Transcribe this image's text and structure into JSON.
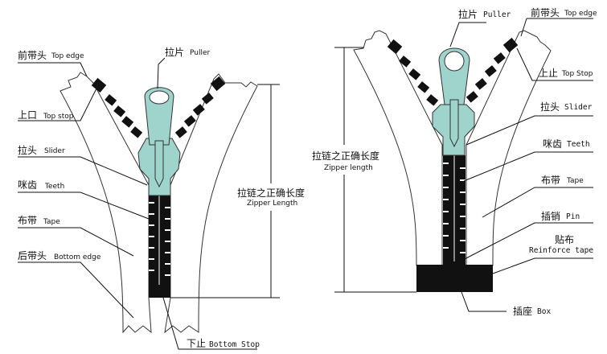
{
  "left_diagram": {
    "top_edge": {
      "zh": "前带头",
      "en": "Top edge"
    },
    "top_stop": {
      "zh": "上口",
      "en": "Top stop"
    },
    "slider": {
      "zh": "拉头",
      "en": "Slider"
    },
    "teeth": {
      "zh": "咪齿",
      "en": "Teeth"
    },
    "tape": {
      "zh": "布带",
      "en": "Tape"
    },
    "bottom_edge": {
      "zh": "后带头",
      "en": "Bottom edge"
    },
    "puller": {
      "zh": "拉片",
      "en": "Puller"
    },
    "zipper_length": {
      "zh": "拉链之正确长度",
      "en": "Zipper Length"
    },
    "bottom_stop": {
      "zh": "下止",
      "en": "Bottom Stop"
    }
  },
  "right_diagram": {
    "puller": {
      "zh": "拉片",
      "en": "Puller"
    },
    "top_edge": {
      "zh": "前带头",
      "en": "Top edge"
    },
    "top_stop": {
      "zh": "上止",
      "en": "Top Stop"
    },
    "slider": {
      "zh": "拉头",
      "en": "Slider"
    },
    "teeth": {
      "zh": "咪齿",
      "en": "Teeth"
    },
    "tape": {
      "zh": "布带",
      "en": "Tape"
    },
    "pin": {
      "zh": "插销",
      "en": "Pin"
    },
    "reinforce_tape": {
      "zh": "贴布",
      "en": "Reinforce tape"
    },
    "box": {
      "zh": "插座",
      "en": "Box"
    },
    "zipper_length": {
      "zh": "拉链之正确长度",
      "en": "Zipper length"
    }
  },
  "colors": {
    "slider": "#9fd4cc",
    "teeth": "#111111"
  }
}
